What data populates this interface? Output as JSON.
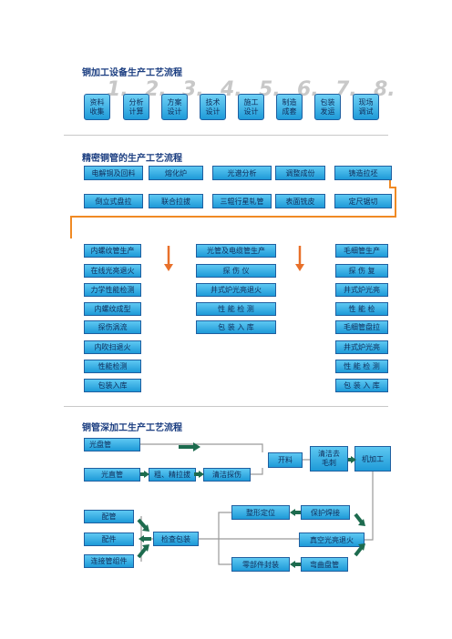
{
  "section1": {
    "title": "铜加工设备生产工艺流程",
    "steps": [
      {
        "num": "1.",
        "line1": "资料",
        "line2": "收集"
      },
      {
        "num": "2.",
        "line1": "分析",
        "line2": "计算"
      },
      {
        "num": "3.",
        "line1": "方案",
        "line2": "设计"
      },
      {
        "num": "4.",
        "line1": "技术",
        "line2": "设计"
      },
      {
        "num": "5.",
        "line1": "施工",
        "line2": "设计"
      },
      {
        "num": "6.",
        "line1": "制造",
        "line2": "成套"
      },
      {
        "num": "7.",
        "line1": "包装",
        "line2": "发运"
      },
      {
        "num": "8.",
        "line1": "现场",
        "line2": "调试"
      }
    ]
  },
  "section2": {
    "title": "精密铜管的生产工艺流程",
    "row1": [
      "电解铜及回料",
      "熔化炉",
      "光谱分析",
      "调整成份",
      "铸造拉坯"
    ],
    "row2": [
      "倒立式盘拉",
      "联合拉拔",
      "三辊行星轧管",
      "表面铣皮",
      "定尺锯切"
    ],
    "col1": [
      "内螺纹管生产",
      "在线光亮退火",
      "力学性能检测",
      "内螺纹成型",
      "探伤涡流",
      "内吹扫退火",
      "性能检测",
      "包装入库"
    ],
    "col2": [
      "光管及电缆管生产",
      "探 伤 仪",
      "井式炉光亮退火",
      "性 能 检 测",
      "包 装 入 库"
    ],
    "col3": [
      "毛细管生产",
      "探 伤 复",
      "井式炉光亮",
      "性 能 检",
      "毛细管盘拉",
      "井式炉光亮",
      "性 能 检 测",
      "包 装 入 库"
    ]
  },
  "section3": {
    "title": "铜管深加工生产工艺流程",
    "boxes": {
      "guangpan": "光盘管",
      "guangzhi": "光直管",
      "cujing": "粗、精拉拔",
      "qingjie": "清洁探伤",
      "kailiao": "开料",
      "qingjieqv": "清洁去毛刺",
      "jijiagong": "机加工",
      "zhengxing": "整形定位",
      "baohu": "保护焊接",
      "zhenkong": "真空光亮退火",
      "lingbujian": "零部件封装",
      "wanqu": "弯曲盘管",
      "jiancha": "检查包装",
      "peiguan": "配管",
      "peijian": "配件",
      "lianjie": "连接管组件"
    }
  },
  "colors": {
    "box_fill": "#1e9ad8",
    "arrow_orange": "#e8702a",
    "arrow_green": "#1d6b4e",
    "line_orange": "#f08a24"
  }
}
